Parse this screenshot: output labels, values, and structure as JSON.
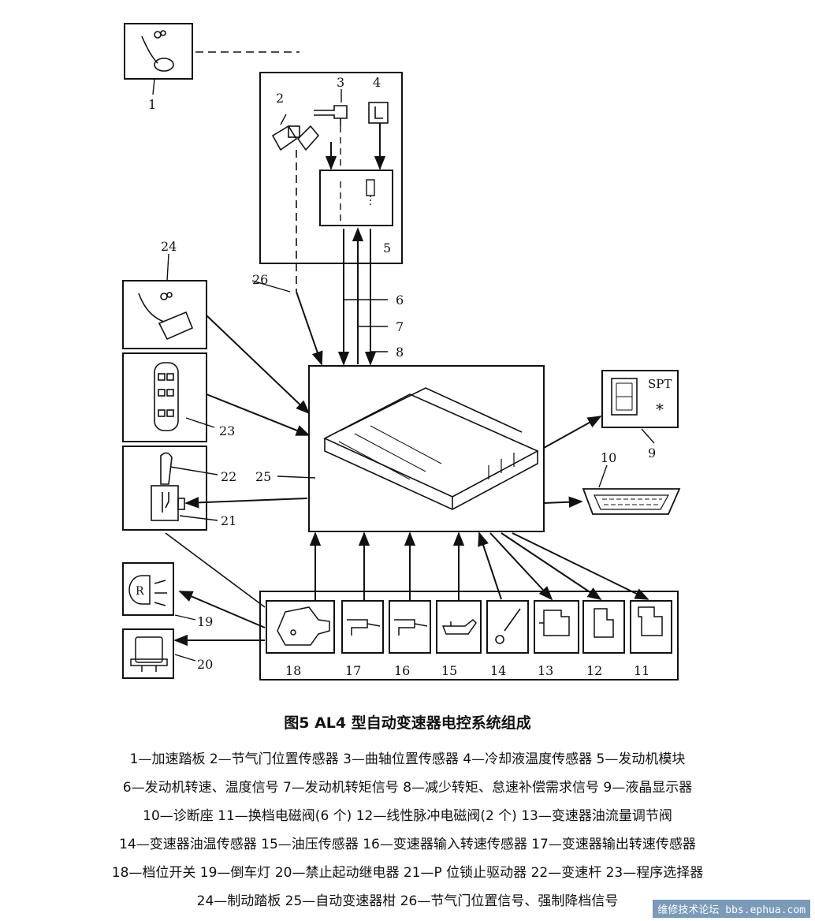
{
  "figure": {
    "title": "图5    AL4 型自动变速器电控系统组成",
    "legend_lines": [
      "1—加速踏板    2—节气门位置传感器    3—曲轴位置传感器    4—冷却液温度传感器    5—发动机模块",
      "6—发动机转速、温度信号    7—发动机转矩信号    8—减少转矩、怠速补偿需求信号    9—液晶显示器",
      "10—诊断座    11—换档电磁阀(6 个)    12—线性脉冲电磁阀(2 个)    13—变速器油流量调节阀",
      "14—变速器油温传感器    15—油压传感器    16—变速器输入转速传感器    17—变速器输出转速传感器",
      "18—档位开关    19—倒车灯    20—禁止起动继电器    21—P 位锁止驱动器    22—变速杆    23—程序选择器",
      "24—制动踏板    25—自动变速器柑    26—节气门位置信号、强制降档信号"
    ]
  },
  "diagram": {
    "labels": {
      "n1": "1",
      "n2": "2",
      "n3": "3",
      "n4": "4",
      "n5": "5",
      "n6": "6",
      "n7": "7",
      "n8": "8",
      "n9": "9",
      "n10": "10",
      "n11": "11",
      "n12": "12",
      "n13": "13",
      "n14": "14",
      "n15": "15",
      "n16": "16",
      "n17": "17",
      "n18": "18",
      "n19": "19",
      "n20": "20",
      "n21": "21",
      "n22": "22",
      "n23": "23",
      "n24": "24",
      "n25": "25",
      "n26": "26"
    },
    "display_text": "SPT",
    "display_star": "*",
    "reverse_lamp_letter": "R"
  },
  "watermark": "维修技术论坛 bbs.ephua.com"
}
